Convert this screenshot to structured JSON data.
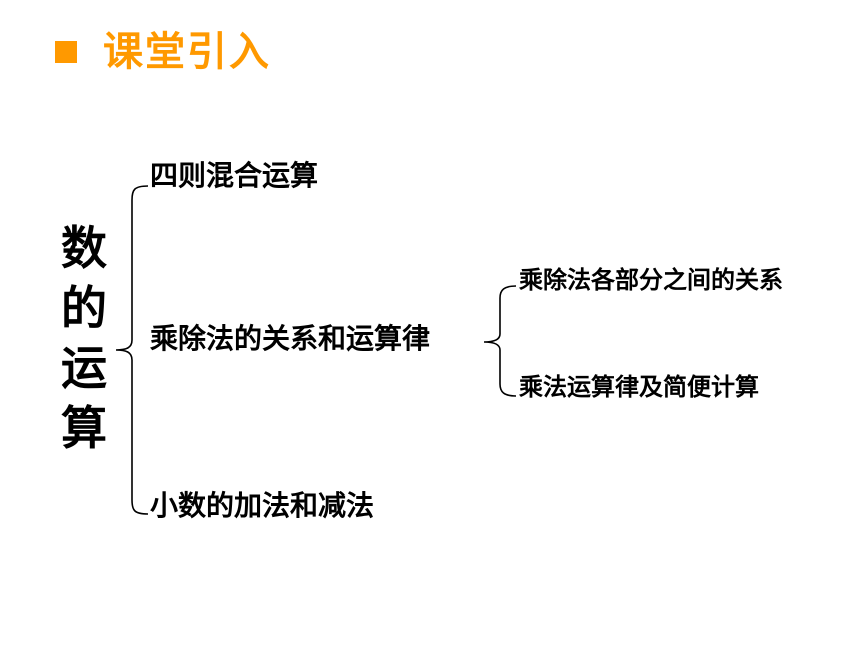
{
  "header": {
    "title": "课堂引入",
    "accent_color": "#FF9900"
  },
  "diagram": {
    "root": [
      "数",
      "的",
      "运",
      "算"
    ],
    "branches": [
      {
        "label": "四则混合运算"
      },
      {
        "label": "乘除法的关系和运算律",
        "children": [
          {
            "label": "乘除法各部分之间的关系"
          },
          {
            "label": "乘法运算律及简便计算"
          }
        ]
      },
      {
        "label": "小数的加法和减法"
      }
    ]
  }
}
